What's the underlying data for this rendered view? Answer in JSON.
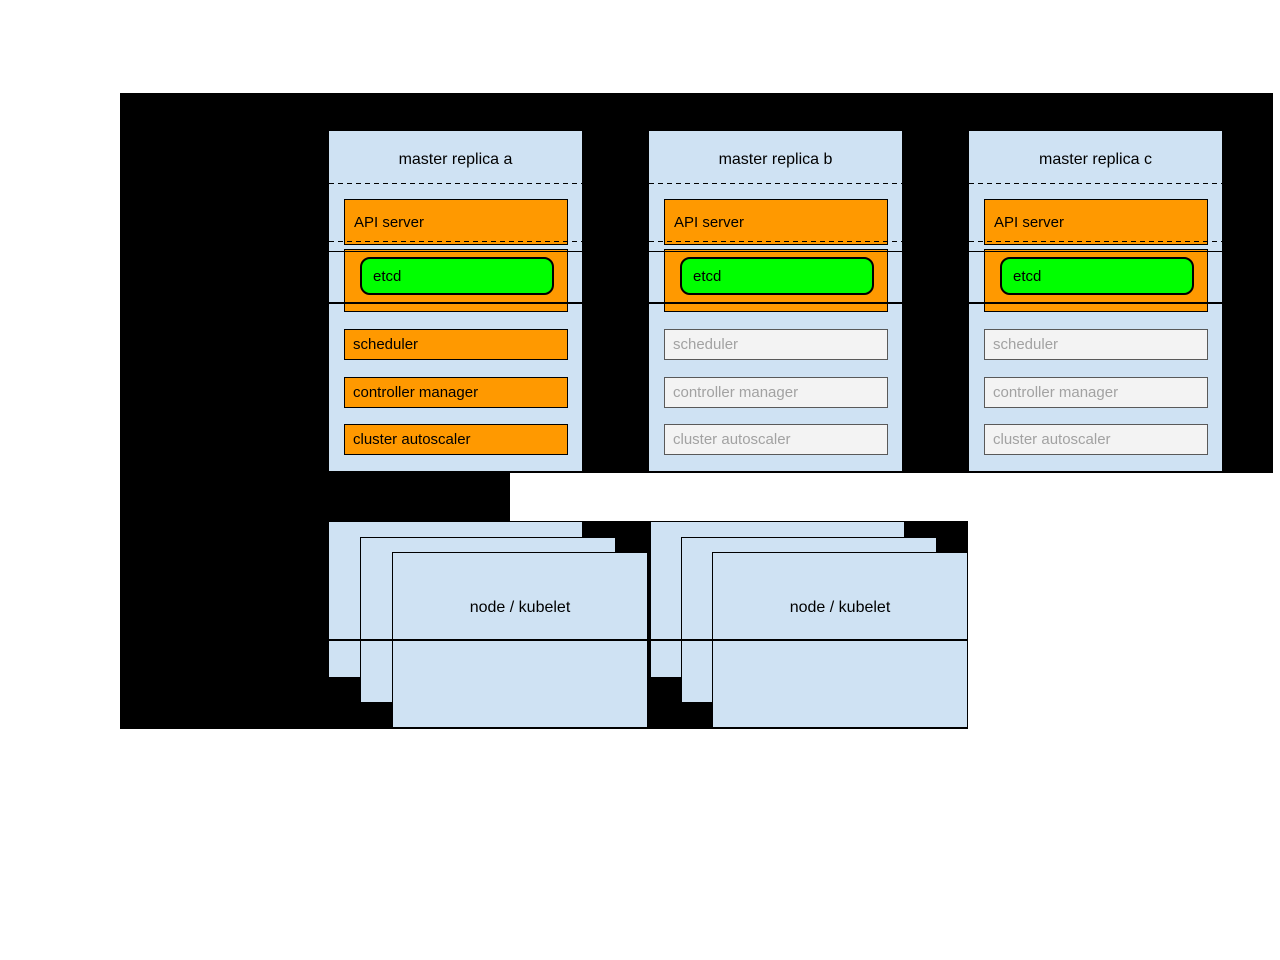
{
  "diagram": {
    "title_hint": "Kubernetes HA master replicas architecture",
    "replicas": [
      {
        "title": "master replica a",
        "state": "active",
        "api_server": "API server",
        "etcd": "etcd",
        "scheduler": "scheduler",
        "controller_manager": "controller manager",
        "cluster_autoscaler": "cluster autoscaler"
      },
      {
        "title": "master replica b",
        "state": "standby",
        "api_server": "API server",
        "etcd": "etcd",
        "scheduler": "scheduler",
        "controller_manager": "controller manager",
        "cluster_autoscaler": "cluster autoscaler"
      },
      {
        "title": "master replica c",
        "state": "standby",
        "api_server": "API server",
        "etcd": "etcd",
        "scheduler": "scheduler",
        "controller_manager": "controller manager",
        "cluster_autoscaler": "cluster autoscaler"
      }
    ],
    "node_stacks": [
      {
        "label": "node / kubelet"
      },
      {
        "label": "node / kubelet"
      }
    ]
  },
  "colors": {
    "canvas-bg": "#ffffff",
    "panel-black": "#000000",
    "box-blue": "#cfe2f3",
    "orange": "#ff9900",
    "green": "#00ff00",
    "gray-fill": "#f3f3f3",
    "gray-border": "#595959",
    "gray-text": "#a2a2a2"
  }
}
